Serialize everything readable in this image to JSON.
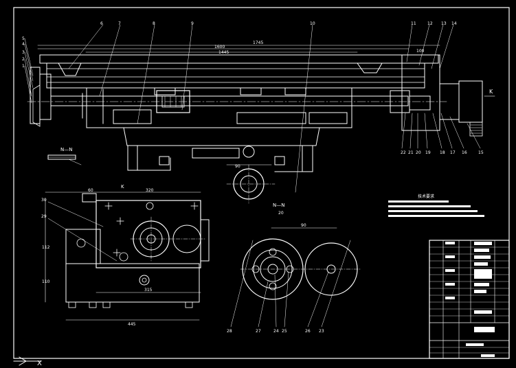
{
  "drawing": {
    "dims": {
      "d1745": "1745",
      "d1600": "1600",
      "d1445": "1445",
      "d100": "100",
      "d320": "320",
      "d60": "60",
      "d315": "315",
      "d445": "445",
      "d110": "110",
      "d112": "112",
      "d90": "90",
      "d90b": "90",
      "d20": "20"
    },
    "callouts": {
      "top": [
        "1",
        "2",
        "3",
        "4",
        "5",
        "6",
        "7",
        "8",
        "9",
        "10",
        "11",
        "12",
        "13",
        "14"
      ],
      "right_bottom": [
        "22",
        "21",
        "20",
        "19",
        "18",
        "17",
        "16",
        "15"
      ],
      "left_plan": [
        "30",
        "29"
      ],
      "bottom_circle": [
        "28",
        "27",
        "24",
        "25",
        "26",
        "23"
      ]
    },
    "section_labels": {
      "nn_top": "N—N",
      "nn_bottom": "N—N",
      "k_top": "K",
      "k_right": "K",
      "x_axis": "X"
    },
    "notes_title": "技术要求"
  }
}
